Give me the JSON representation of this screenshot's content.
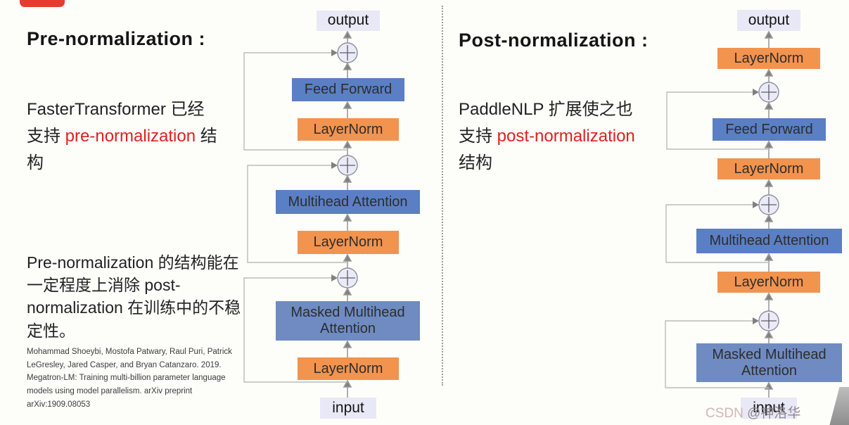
{
  "left_panel": {
    "title": "Pre-normalization :",
    "support_text": {
      "prefix": "FasterTransformer 已经支持 ",
      "highlight": "pre-normalization",
      "suffix": " 结构"
    },
    "benefit_text": "Pre-normalization 的结构能在一定程度上消除 post-normalization 在训练中的不稳定性。",
    "citation": "Mohammad Shoeybi, Mostofa Patwary, Raul Puri, Patrick LeGresley, Jared Casper, and Bryan Catanzaro. 2019. Megatron-LM: Training multi-billion parameter language models using model parallelism. arXiv preprint arXiv:1909.08053"
  },
  "right_panel": {
    "title": "Post-normalization :",
    "support_text": {
      "prefix": "PaddleNLP 扩展使之也支持 ",
      "highlight": "post-normalization",
      "suffix": " 结构"
    }
  },
  "blocks": {
    "output": "output",
    "input": "input",
    "feed_forward": "Feed Forward",
    "layernorm": "LayerNorm",
    "multihead_attention": "Multihead Attention",
    "masked_multihead_attention": "Masked Multihead Attention",
    "add_symbol": "⊕"
  },
  "watermark": {
    "brand": "CSDN",
    "user": "@神洛华"
  },
  "colors": {
    "highlight_red": "#e01f1f",
    "block_blue": "#5b7fc4",
    "block_masked_blue": "#6f8bc2",
    "block_orange": "#f2934e",
    "io_label_bg": "#e9e8f6",
    "connector_gray": "#b9b9b9",
    "badge_red": "#e53c2e"
  }
}
